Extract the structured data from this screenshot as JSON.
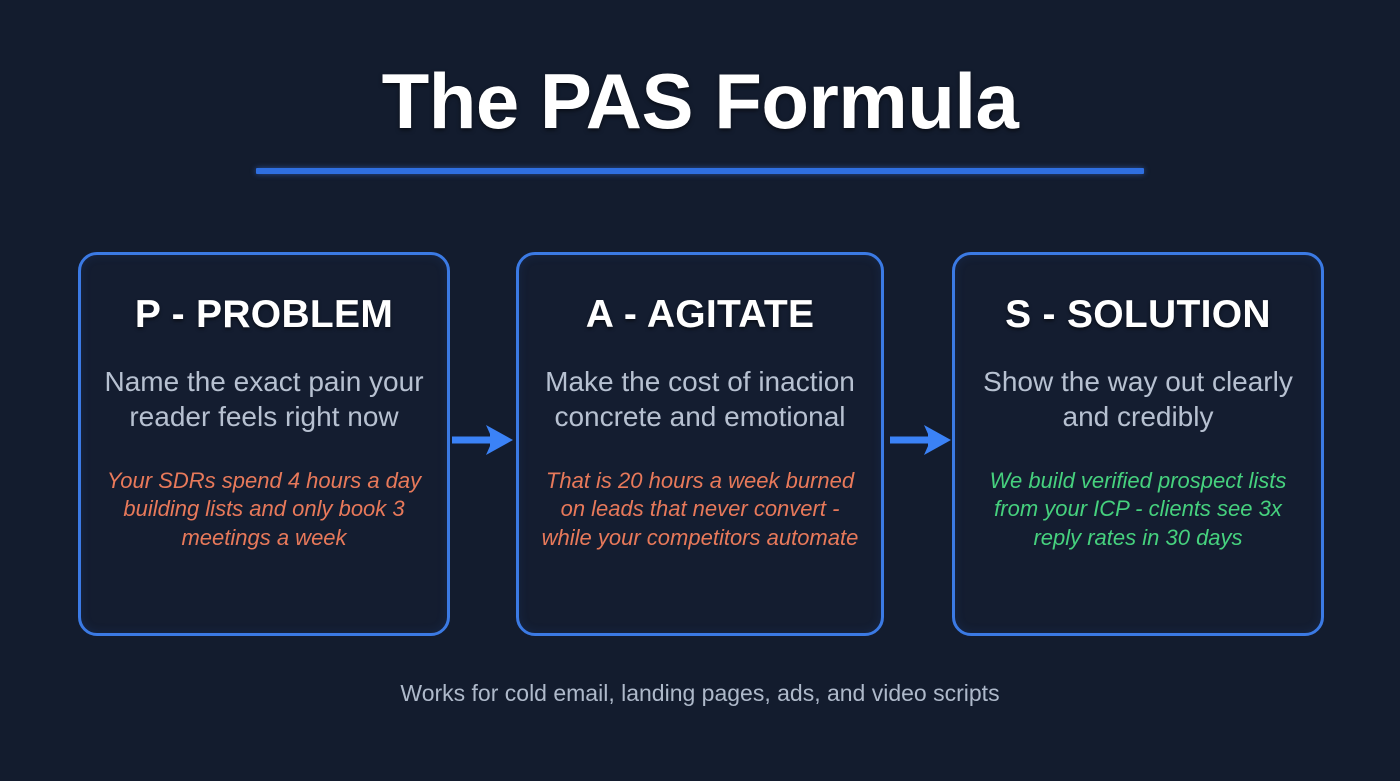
{
  "title": {
    "text": "The PAS Formula",
    "underline_color": "#2f6fe0"
  },
  "cards": [
    {
      "heading": "P - PROBLEM",
      "description": "Name the exact pain your reader feels right now",
      "example": "Your SDRs spend 4 hours a day building lists and only book 3 meetings a week",
      "example_tone": "warn",
      "example_color": "#e8795a",
      "border_color": "#3b7ae4"
    },
    {
      "heading": "A - AGITATE",
      "description": "Make the cost of inaction concrete and emotional",
      "example": "That is 20 hours a week burned on leads that never convert - while your competitors automate",
      "example_tone": "warn",
      "example_color": "#e8795a",
      "border_color": "#3b7ae4"
    },
    {
      "heading": "S - SOLUTION",
      "description": "Show the way out clearly and credibly",
      "example": "We build verified prospect lists from your ICP - clients see 3x reply rates in 30 days",
      "example_tone": "good",
      "example_color": "#46d17e",
      "border_color": "#3b7ae4"
    }
  ],
  "connectors": [
    {
      "icon": "arrow-right-icon",
      "color": "#3b82f6"
    },
    {
      "icon": "arrow-right-icon",
      "color": "#3b82f6"
    }
  ],
  "footer": {
    "note": "Works for cold email, landing pages, ads, and video scripts"
  },
  "theme": {
    "background": "#131c2e",
    "card_background": "#141d30",
    "accent": "#3b7ae4",
    "heading_color": "#ffffff",
    "body_color": "#b7c1d1",
    "footer_color": "#aeb9ca"
  }
}
